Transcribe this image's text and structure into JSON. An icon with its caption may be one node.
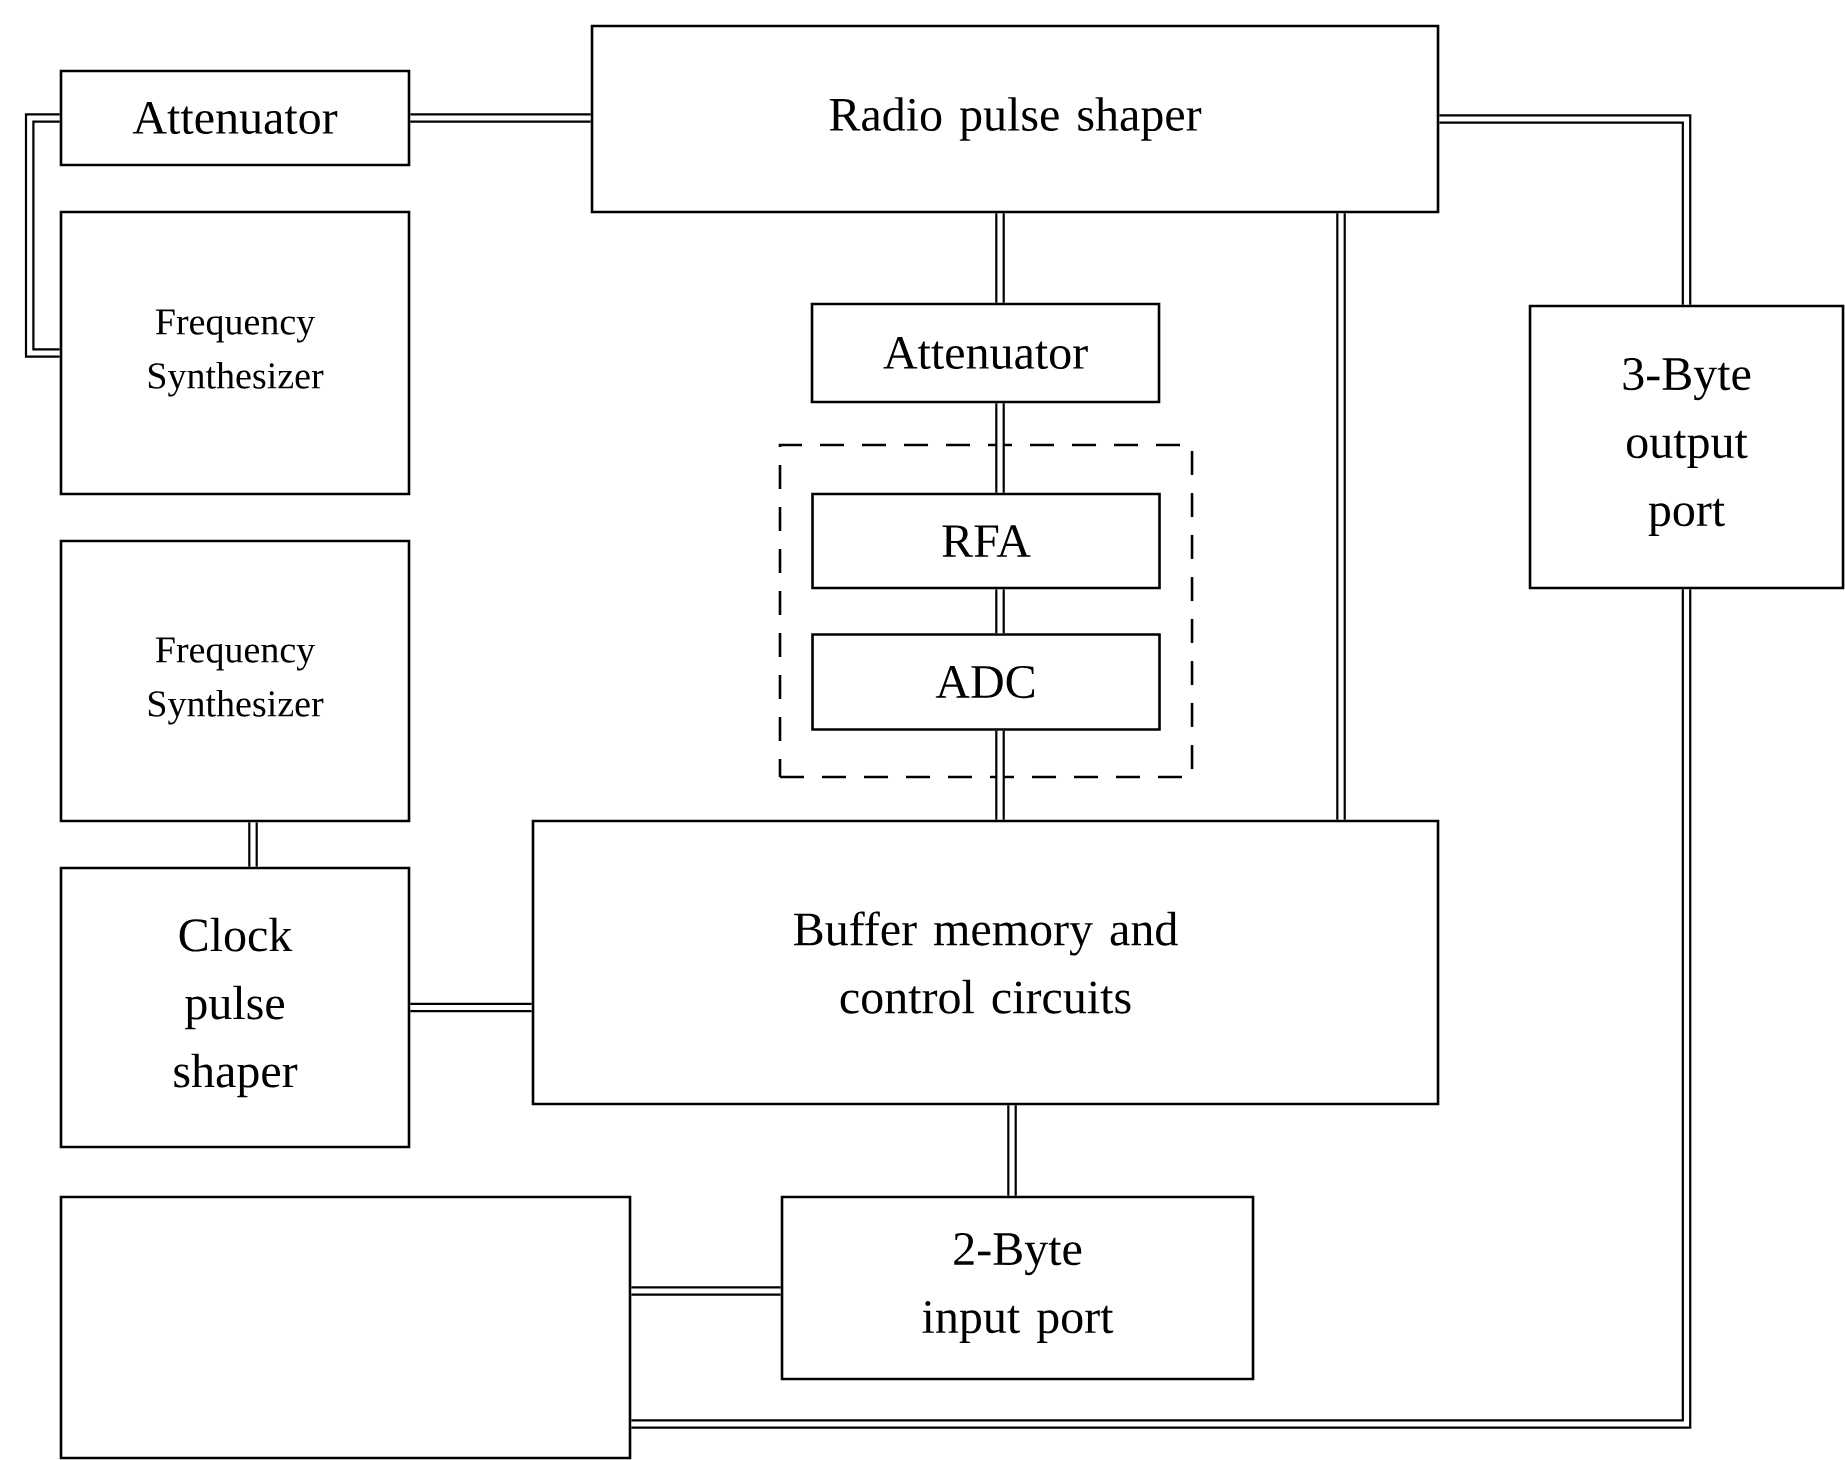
{
  "diagram": {
    "nodes": [
      {
        "text": [
          "Attenuator"
        ]
      },
      {
        "text": [
          "Radio pulse shaper"
        ]
      },
      {
        "text": [
          "Frequency Synthesizer"
        ]
      },
      {
        "text": [
          "Attenuator"
        ]
      },
      {
        "text": [
          "3-Byte output port"
        ]
      },
      {
        "text": [],
        "shape": "box"
      },
      {
        "text": [
          "RFA"
        ],
        "in": 5
      },
      {
        "text": [
          "ADC"
        ],
        "in": 5
      },
      {
        "text": [
          "Frequency Synthesizer"
        ]
      },
      {
        "text": [
          "Clock pulse shaper"
        ]
      },
      {
        "text": [
          "Buffer memory and control circuits"
        ]
      },
      {
        "text": [],
        "shape": "box"
      },
      {
        "text": [
          "2-Byte input port"
        ]
      }
    ],
    "edges": [
      {
        "from": 0,
        "to": 1,
        "arrow": "none"
      },
      {
        "from": 0,
        "to": 2,
        "arrow": "none"
      },
      {
        "from": 1,
        "to": 3,
        "arrow": "none"
      },
      {
        "from": 3,
        "to": 6,
        "arrow": "none"
      },
      {
        "from": 6,
        "to": 7,
        "arrow": "none"
      },
      {
        "from": 7,
        "to": 10,
        "arrow": "none"
      },
      {
        "from": 1,
        "to": 10,
        "arrow": "none"
      },
      {
        "from": 1,
        "to": 4,
        "arrow": "none"
      },
      {
        "from": 4,
        "to": 11,
        "arrow": "none"
      },
      {
        "from": 8,
        "to": 9,
        "arrow": "none"
      },
      {
        "from": 9,
        "to": 10,
        "arrow": "none"
      },
      {
        "from": 10,
        "to": 12,
        "arrow": "none"
      },
      {
        "from": 11,
        "to": 12,
        "arrow": "none"
      }
    ]
  }
}
